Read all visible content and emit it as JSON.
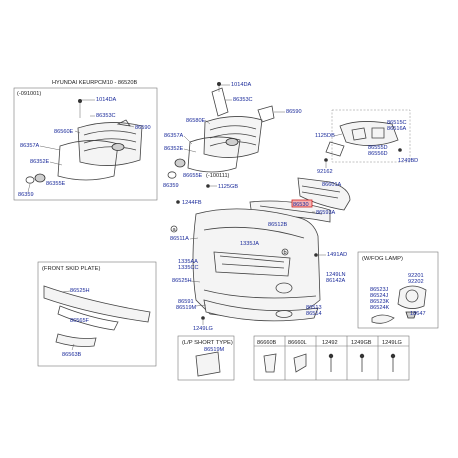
{
  "title": "HYUNDAI KEURPCM10 - 86520B",
  "variant_boxes": {
    "early": "(-091001)",
    "skid_plate": "(FRONT SKID PLATE)",
    "fog_lamp": "(W/FOG LAMP)",
    "lp_short": "(L/P SHORT TYPE)",
    "date_range": "(-100111)"
  },
  "labels": {
    "l1014da_a": "1014DA",
    "l86353c_a": "86353C",
    "l86590_a": "86590",
    "l86357a_a": "86357A",
    "l86560e": "86560E",
    "l86352e_a": "86352E",
    "l86355e_a": "86355E",
    "l86359_a": "86359",
    "l1014da_b": "1014DA",
    "l86353c_b": "86353C",
    "l86590_b": "86590",
    "l86580e": "86580E",
    "l86357a_b": "86357A",
    "l86352e_b": "86352E",
    "l86655e": "86655E",
    "l86359_b": "86359",
    "l1125gb": "1125GB",
    "l1125db": "1125DB",
    "l86515c": "86515C",
    "l86516a": "86516A",
    "l86555d": "86555D",
    "l86556d": "86556D",
    "l1249bd": "1249BD",
    "l92162": "92162",
    "l86601a": "86601A",
    "l86530_hl": "86530",
    "l86593a": "86593A",
    "l1244fb": "1244FB",
    "l86512b": "86512B",
    "l86511a": "86511A",
    "l1335ja_a": "1335JA",
    "l1491ad": "1491AD",
    "l1335aa": "1335AA",
    "l1335cc": "1335CC",
    "l86525h_main": "86525H",
    "l1249ln": "1249LN",
    "l86142a": "86142A",
    "l86591": "86591",
    "l86519m_main": "86519M",
    "l86513": "86513",
    "l86514": "86514",
    "l1249lg_main": "1249LG",
    "l86525h_box": "86525H",
    "l86565f": "86565F",
    "l86563b": "86563B",
    "l92201": "92201",
    "l92202": "92202",
    "l86523j": "86523J",
    "l86524j": "86524J",
    "l86523k": "86523K",
    "l86524k": "86524K",
    "l18647": "18647",
    "l86519m_box": "86519M",
    "circle_a": "a",
    "circle_b": "b"
  },
  "parts_table": [
    {
      "code": "86660B"
    },
    {
      "code": "86660L"
    },
    {
      "code": "12492"
    },
    {
      "code": "1249GB"
    },
    {
      "code": "1249LG"
    }
  ],
  "colors": {
    "label_blue": "#1a2a9a",
    "highlight": "#cc2222"
  }
}
